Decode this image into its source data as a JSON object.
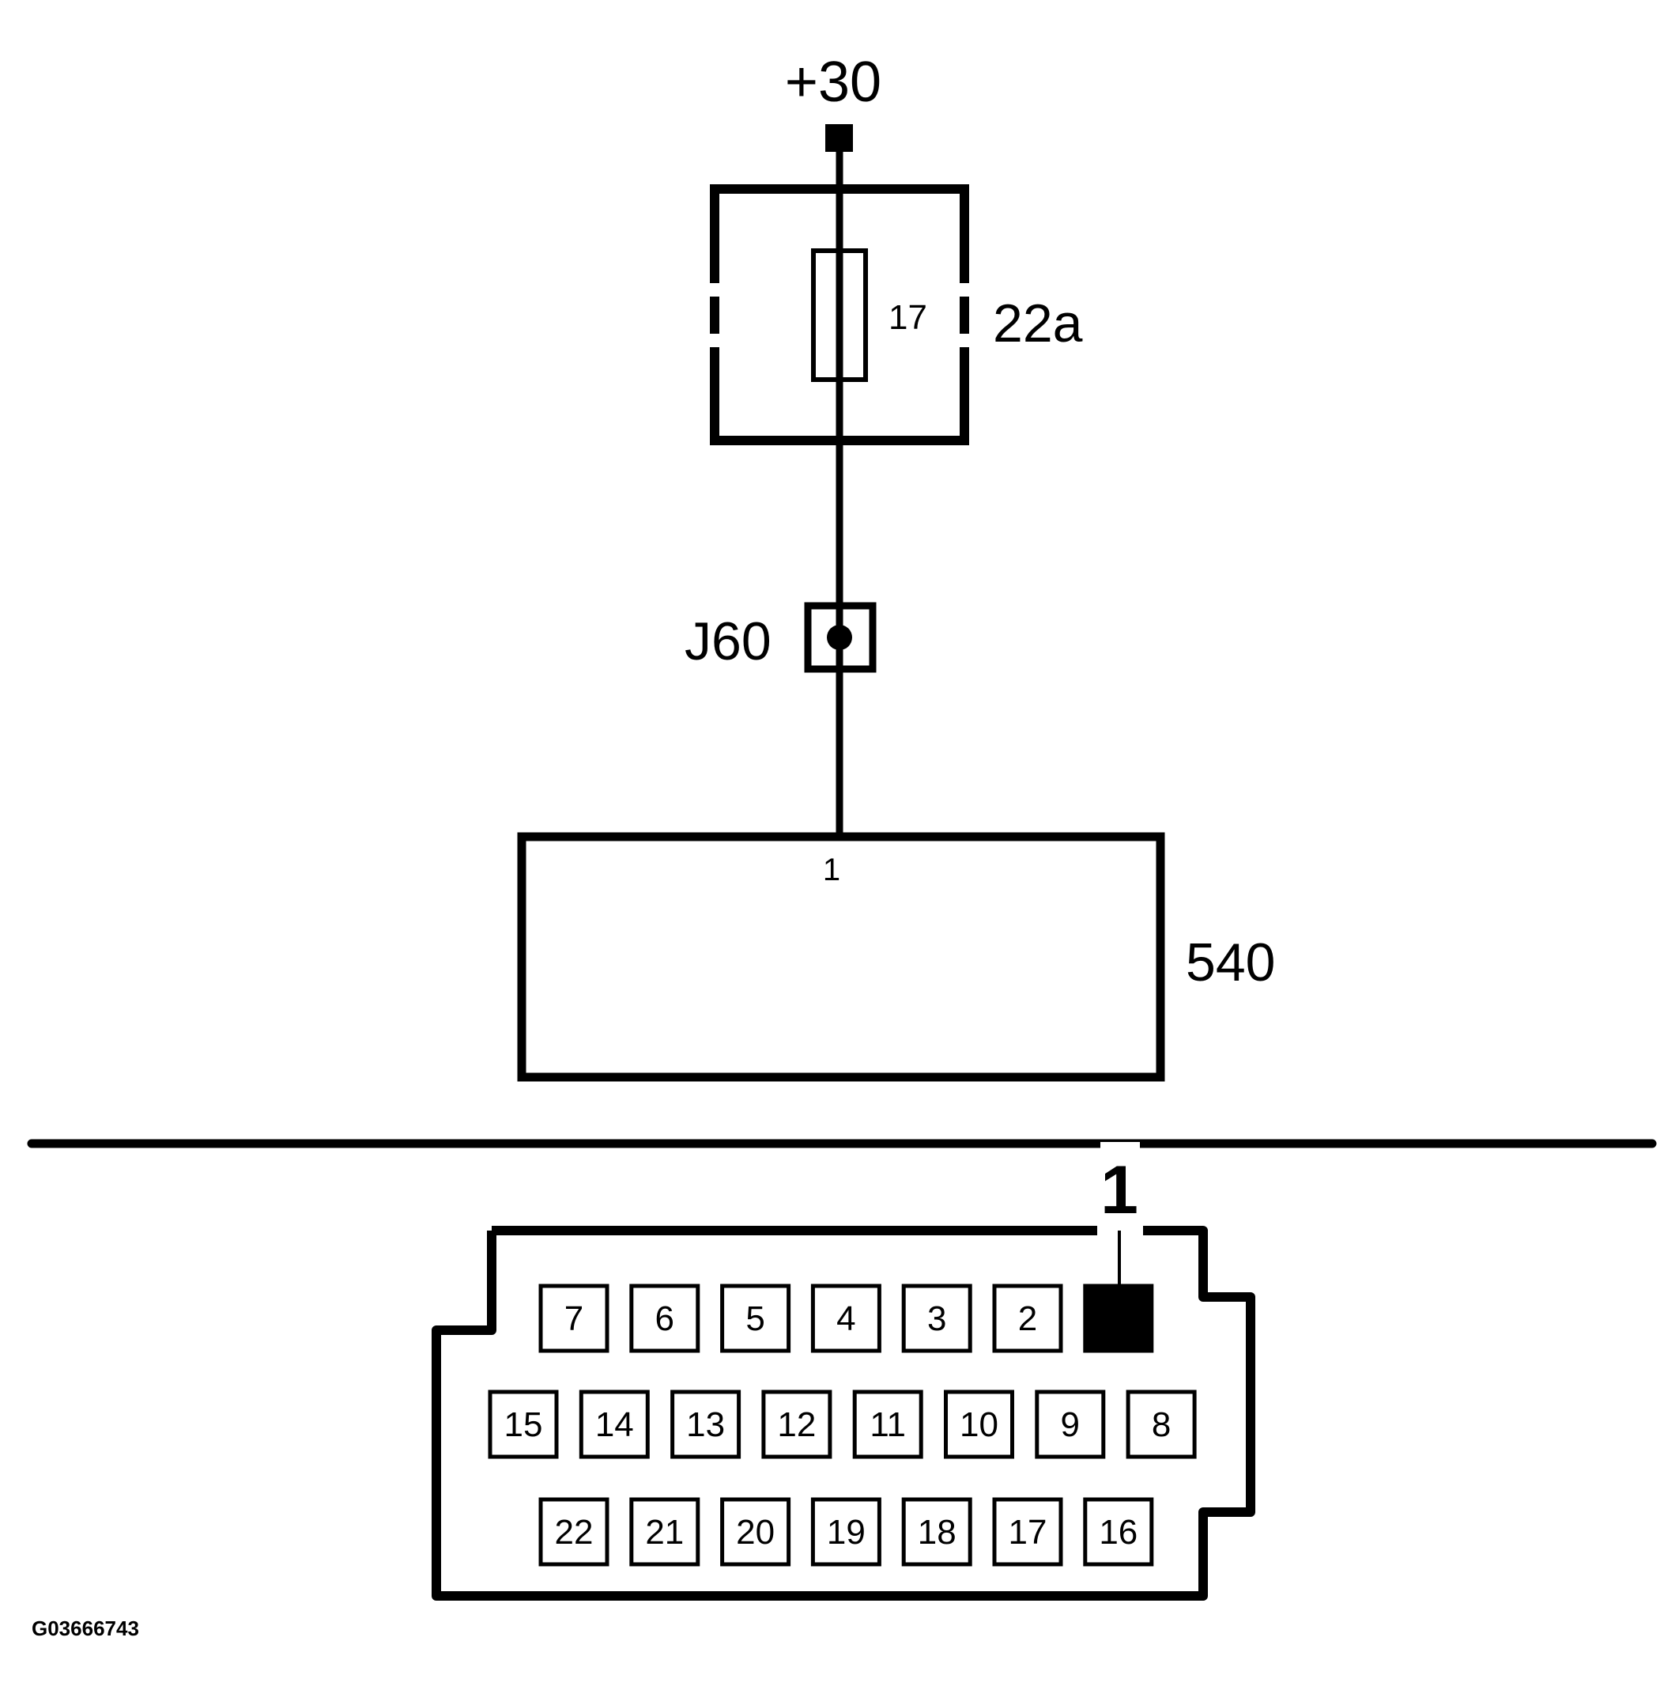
{
  "supply": {
    "label": "+30"
  },
  "fuse": {
    "number": "17",
    "box_label": "22a"
  },
  "junction": {
    "label": "J60"
  },
  "component": {
    "label": "540",
    "pin_label": "1"
  },
  "connector": {
    "pin_callout": "1",
    "row1": [
      "7",
      "6",
      "5",
      "4",
      "3",
      "2",
      ""
    ],
    "row2": [
      "15",
      "14",
      "13",
      "12",
      "11",
      "10",
      "9",
      "8"
    ],
    "row3": [
      "22",
      "21",
      "20",
      "19",
      "18",
      "17",
      "16"
    ],
    "highlighted_pin": "1",
    "highlight_color": "#000000"
  },
  "figure_id": "G03666743"
}
